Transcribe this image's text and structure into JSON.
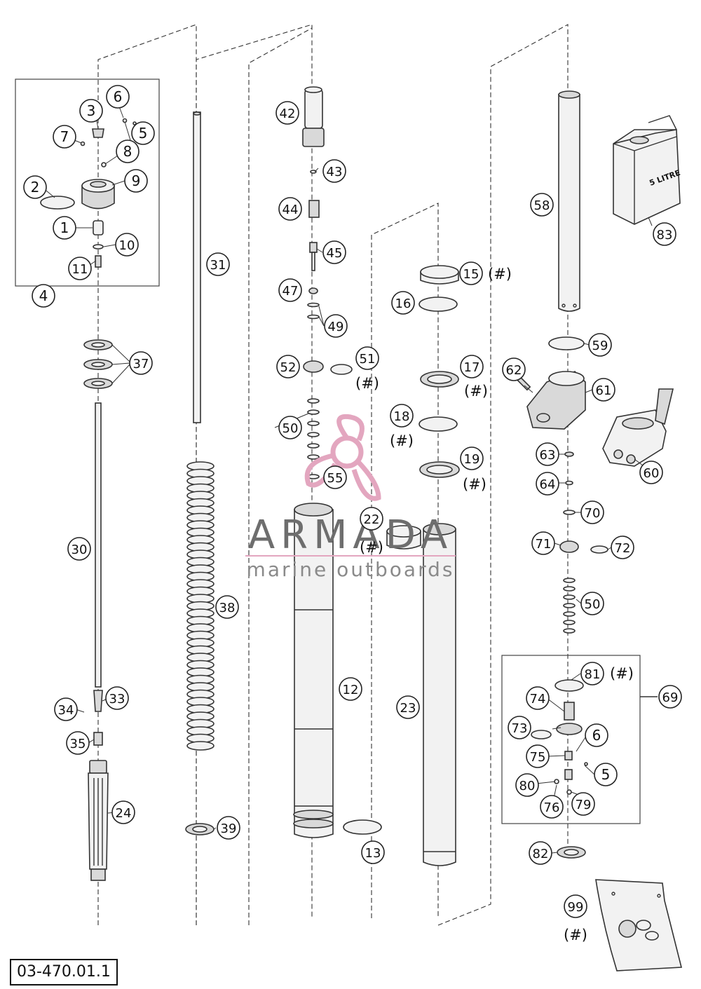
{
  "reference_number": "03-470.01.1",
  "watermark": {
    "brand": "ARMADA",
    "tagline": "marine outboards",
    "colors": {
      "brand_text": "#6e6e6e",
      "tagline_text": "#8a8a8a",
      "logo": "#e3a6bf",
      "divider": "#e3a6bf"
    }
  },
  "can_label": "5 LITRE",
  "callouts": [
    {
      "id": "c1",
      "text": "1"
    },
    {
      "id": "c2",
      "text": "2"
    },
    {
      "id": "c3",
      "text": "3"
    },
    {
      "id": "c4",
      "text": "4"
    },
    {
      "id": "c5a",
      "text": "5"
    },
    {
      "id": "c6a",
      "text": "6"
    },
    {
      "id": "c7",
      "text": "7"
    },
    {
      "id": "c8",
      "text": "8"
    },
    {
      "id": "c9",
      "text": "9"
    },
    {
      "id": "c10",
      "text": "10"
    },
    {
      "id": "c11",
      "text": "11"
    },
    {
      "id": "c12",
      "text": "12"
    },
    {
      "id": "c13",
      "text": "13"
    },
    {
      "id": "c15",
      "text": "15"
    },
    {
      "id": "c16",
      "text": "16"
    },
    {
      "id": "c17",
      "text": "17"
    },
    {
      "id": "c18",
      "text": "18"
    },
    {
      "id": "c19",
      "text": "19"
    },
    {
      "id": "c22",
      "text": "22"
    },
    {
      "id": "c23",
      "text": "23"
    },
    {
      "id": "c24",
      "text": "24"
    },
    {
      "id": "c30",
      "text": "30"
    },
    {
      "id": "c31",
      "text": "31"
    },
    {
      "id": "c33",
      "text": "33"
    },
    {
      "id": "c34",
      "text": "34"
    },
    {
      "id": "c35",
      "text": "35"
    },
    {
      "id": "c37",
      "text": "37"
    },
    {
      "id": "c38",
      "text": "38"
    },
    {
      "id": "c39",
      "text": "39"
    },
    {
      "id": "c42",
      "text": "42"
    },
    {
      "id": "c43",
      "text": "43"
    },
    {
      "id": "c44",
      "text": "44"
    },
    {
      "id": "c45",
      "text": "45"
    },
    {
      "id": "c47",
      "text": "47"
    },
    {
      "id": "c49",
      "text": "49"
    },
    {
      "id": "c50a",
      "text": "50"
    },
    {
      "id": "c51",
      "text": "51"
    },
    {
      "id": "c52",
      "text": "52"
    },
    {
      "id": "c55",
      "text": "55"
    },
    {
      "id": "c58",
      "text": "58"
    },
    {
      "id": "c59",
      "text": "59"
    },
    {
      "id": "c60",
      "text": "60"
    },
    {
      "id": "c61",
      "text": "61"
    },
    {
      "id": "c62",
      "text": "62"
    },
    {
      "id": "c63",
      "text": "63"
    },
    {
      "id": "c64",
      "text": "64"
    },
    {
      "id": "c69",
      "text": "69"
    },
    {
      "id": "c70",
      "text": "70"
    },
    {
      "id": "c71",
      "text": "71"
    },
    {
      "id": "c72",
      "text": "72"
    },
    {
      "id": "c50b",
      "text": "50"
    },
    {
      "id": "c73",
      "text": "73"
    },
    {
      "id": "c74",
      "text": "74"
    },
    {
      "id": "c75",
      "text": "75"
    },
    {
      "id": "c6b",
      "text": "6"
    },
    {
      "id": "c5b",
      "text": "5"
    },
    {
      "id": "c76",
      "text": "76"
    },
    {
      "id": "c79",
      "text": "79"
    },
    {
      "id": "c80",
      "text": "80"
    },
    {
      "id": "c81",
      "text": "81"
    },
    {
      "id": "c82",
      "text": "82"
    },
    {
      "id": "c83",
      "text": "83"
    },
    {
      "id": "c99",
      "text": "99"
    }
  ],
  "hash_marks": [
    {
      "id": "h15",
      "text": "(#)"
    },
    {
      "id": "h17",
      "text": "(#)"
    },
    {
      "id": "h18",
      "text": "(#)"
    },
    {
      "id": "h19",
      "text": "(#)"
    },
    {
      "id": "h22",
      "text": "(#)"
    },
    {
      "id": "h51",
      "text": "(#)"
    },
    {
      "id": "h81",
      "text": "(#)"
    },
    {
      "id": "h99",
      "text": "(#)"
    }
  ]
}
